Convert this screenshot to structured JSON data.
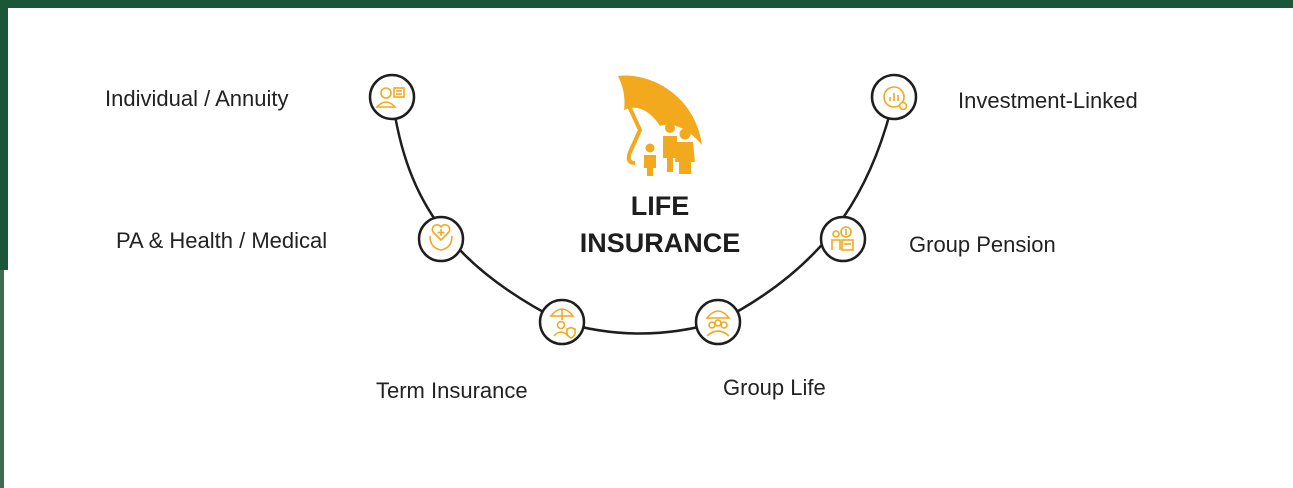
{
  "center": {
    "title_line1": "LIFE",
    "title_line2": "INSURANCE",
    "icon": "umbrella-family-icon"
  },
  "nodes": [
    {
      "label": "Individual / Annuity",
      "icon": "person-document-icon"
    },
    {
      "label": "PA & Health / Medical",
      "icon": "heart-hands-icon"
    },
    {
      "label": "Term Insurance",
      "icon": "umbrella-person-shield-icon"
    },
    {
      "label": "Group Life",
      "icon": "umbrella-group-icon"
    },
    {
      "label": "Group Pension",
      "icon": "pension-money-icon"
    },
    {
      "label": "Investment-Linked",
      "icon": "chart-coin-icon"
    }
  ],
  "colors": {
    "accent": "#f2a91d",
    "frame": "#1b5638",
    "line": "#1e1e1e",
    "text": "#222222"
  }
}
